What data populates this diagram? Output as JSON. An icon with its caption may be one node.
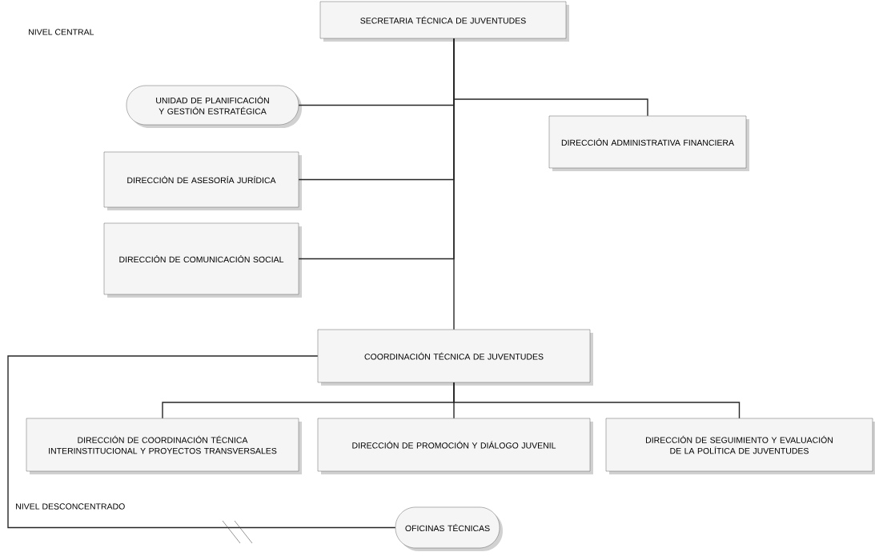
{
  "diagram": {
    "nodes": [
      {
        "text": [
          "SECRETARIA TÉCNICA DE JUVENTUDES"
        ]
      },
      {
        "text": [
          "UNIDAD DE PLANIFICACIÓN Y GESTIÓN ESTRATÉGICA"
        ]
      },
      {
        "text": [
          "DIRECCIÓN ADMINISTRATIVA FINANCIERA"
        ]
      },
      {
        "text": [
          "DIRECCIÓN DE ASESORÍA JURÍDICA"
        ]
      },
      {
        "text": [
          "DIRECCIÓN DE COMUNICACIÓN SOCIAL"
        ]
      },
      {
        "text": [
          "COORDINACIÓN TÉCNICA DE JUVENTUDES"
        ]
      },
      {
        "text": [
          "DIRECCIÓN DE COORDINACIÓN TÉCNICA INTERINSTITUCIONAL Y PROYECTOS TRANSVERSALES"
        ]
      },
      {
        "text": [
          "DIRECCIÓN DE PROMOCIÓN Y DIÁLOGO JUVENIL"
        ]
      },
      {
        "text": [
          "DIRECCIÓN DE SEGUIMIENTO Y EVALUACIÓN DE LA POLÍTICA DE JUVENTUDES"
        ]
      },
      {
        "text": [
          "OFICINAS TÉCNICAS"
        ]
      }
    ],
    "edges": [
      {
        "from": 0,
        "to": 1,
        "arrow": "none"
      },
      {
        "from": 0,
        "to": 2,
        "arrow": "none"
      },
      {
        "from": 0,
        "to": 3,
        "arrow": "none"
      },
      {
        "from": 0,
        "to": 4,
        "arrow": "none"
      },
      {
        "from": 0,
        "to": 5,
        "arrow": "none"
      },
      {
        "from": 5,
        "to": 6,
        "arrow": "none"
      },
      {
        "from": 5,
        "to": 7,
        "arrow": "none"
      },
      {
        "from": 5,
        "to": 8,
        "arrow": "none"
      },
      {
        "from": 5,
        "to": 9,
        "arrow": "none"
      }
    ],
    "labels": [
      "NIVEL CENTRAL",
      "NIVEL DESCONCENTRADO"
    ]
  }
}
